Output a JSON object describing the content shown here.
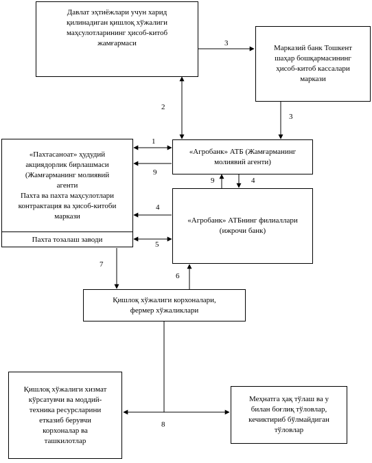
{
  "boxes": {
    "davlat": "Давлат эҳтиёжлари учун харид\nқилинадиган қишлоқ хўжалиги\nмаҳсулотларининг ҳисоб-китоб\nжамғармаси",
    "markaziy": "Марказий банк Тошкент\nшаҳар бошқармасининг\nҳисоб-китоб кассалари\nмаркази",
    "agrobank_atb": "«Агробанк» АТБ (Жамғарманинг\nмолиявий агенти)",
    "pakhtasanoat": "«Пахтасаноат» ҳудудий\nакциядорлик бирлашмаси\n(Жамғарманинг молиявий\nагенти\nПахта ва пахта маҳсулотлари\nконтрактация ва ҳисоб-китоби\nмаркази",
    "pakhta_zavodi": "Пахта тозалаш заводи",
    "filiallar": "«Агробанк» АТБнинг филиаллари\n(ижрочи банк)",
    "qishloq": "Қишлоқ хўжалиги корхоналари,\nфермер хўжаликлари",
    "khizmat": "Қишлоқ хўжалиги хизмат\nкўрсатувчи ва моддий-\nтехника ресурсларини\nетказиб берувчи\nкорхоналар ва\nташкилотлар",
    "mehnat": "Меҳнатга ҳақ тўлаш ва у\nбилан боғлиқ тўловлар,\nкечиктириб бўлмайдиган\nтўловлар"
  },
  "labels": {
    "n1": "1",
    "n2": "2",
    "n3a": "3",
    "n3b": "3",
    "n4a": "4",
    "n4b": "4",
    "n5": "5",
    "n6": "6",
    "n7": "7",
    "n8": "8",
    "n9a": "9",
    "n9b": "9"
  }
}
